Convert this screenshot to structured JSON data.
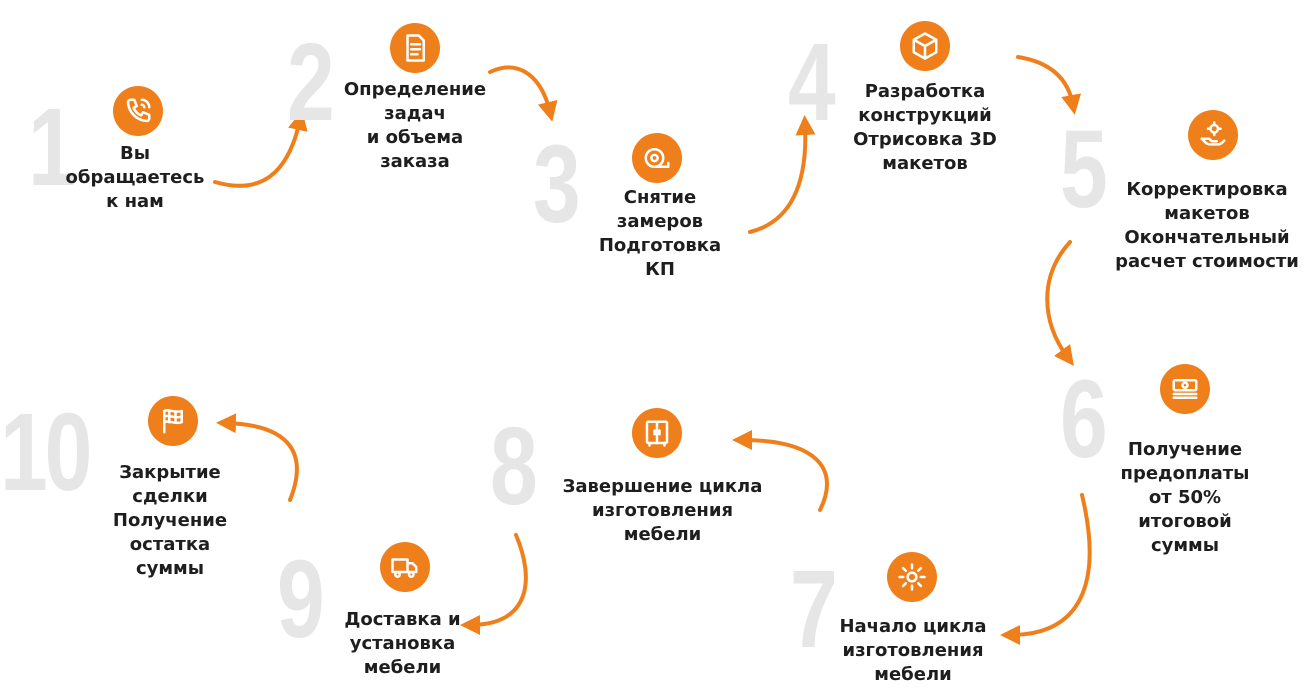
{
  "colors": {
    "accent": "#ef7f1a",
    "number": "#e6e6e6",
    "text": "#1e1e1e"
  },
  "steps": [
    {
      "num": "1",
      "label": "Вы\nобращаетесь\nк нам",
      "icon": "phone-icon"
    },
    {
      "num": "2",
      "label": "Определение\nзадач\nи объема\nзаказа",
      "icon": "document-icon"
    },
    {
      "num": "3",
      "label": "Снятие\nзамеров\nПодготовка\nКП",
      "icon": "tape-measure-icon"
    },
    {
      "num": "4",
      "label": "Разработка\nконструкций\nОтрисовка 3D\nмакетов",
      "icon": "cube-icon"
    },
    {
      "num": "5",
      "label": "Корректировка\nмакетов\nОкончательный\nрасчет стоимости",
      "icon": "hand-gear-icon"
    },
    {
      "num": "6",
      "label": "Получение\nпредоплаты\nот 50%\nитоговой\nсуммы",
      "icon": "money-stack-icon"
    },
    {
      "num": "7",
      "label": "Начало цикла\nизготовления\nмебели",
      "icon": "gear-icon"
    },
    {
      "num": "8",
      "label": "Завершение цикла\nизготовления\nмебели",
      "icon": "cabinet-icon"
    },
    {
      "num": "9",
      "label": "Доставка и\nустановка\nмебели",
      "icon": "truck-icon"
    },
    {
      "num": "10",
      "label": "Закрытие\nсделки\nПолучение\nостатка\nсуммы",
      "icon": "finish-flag-icon"
    }
  ]
}
